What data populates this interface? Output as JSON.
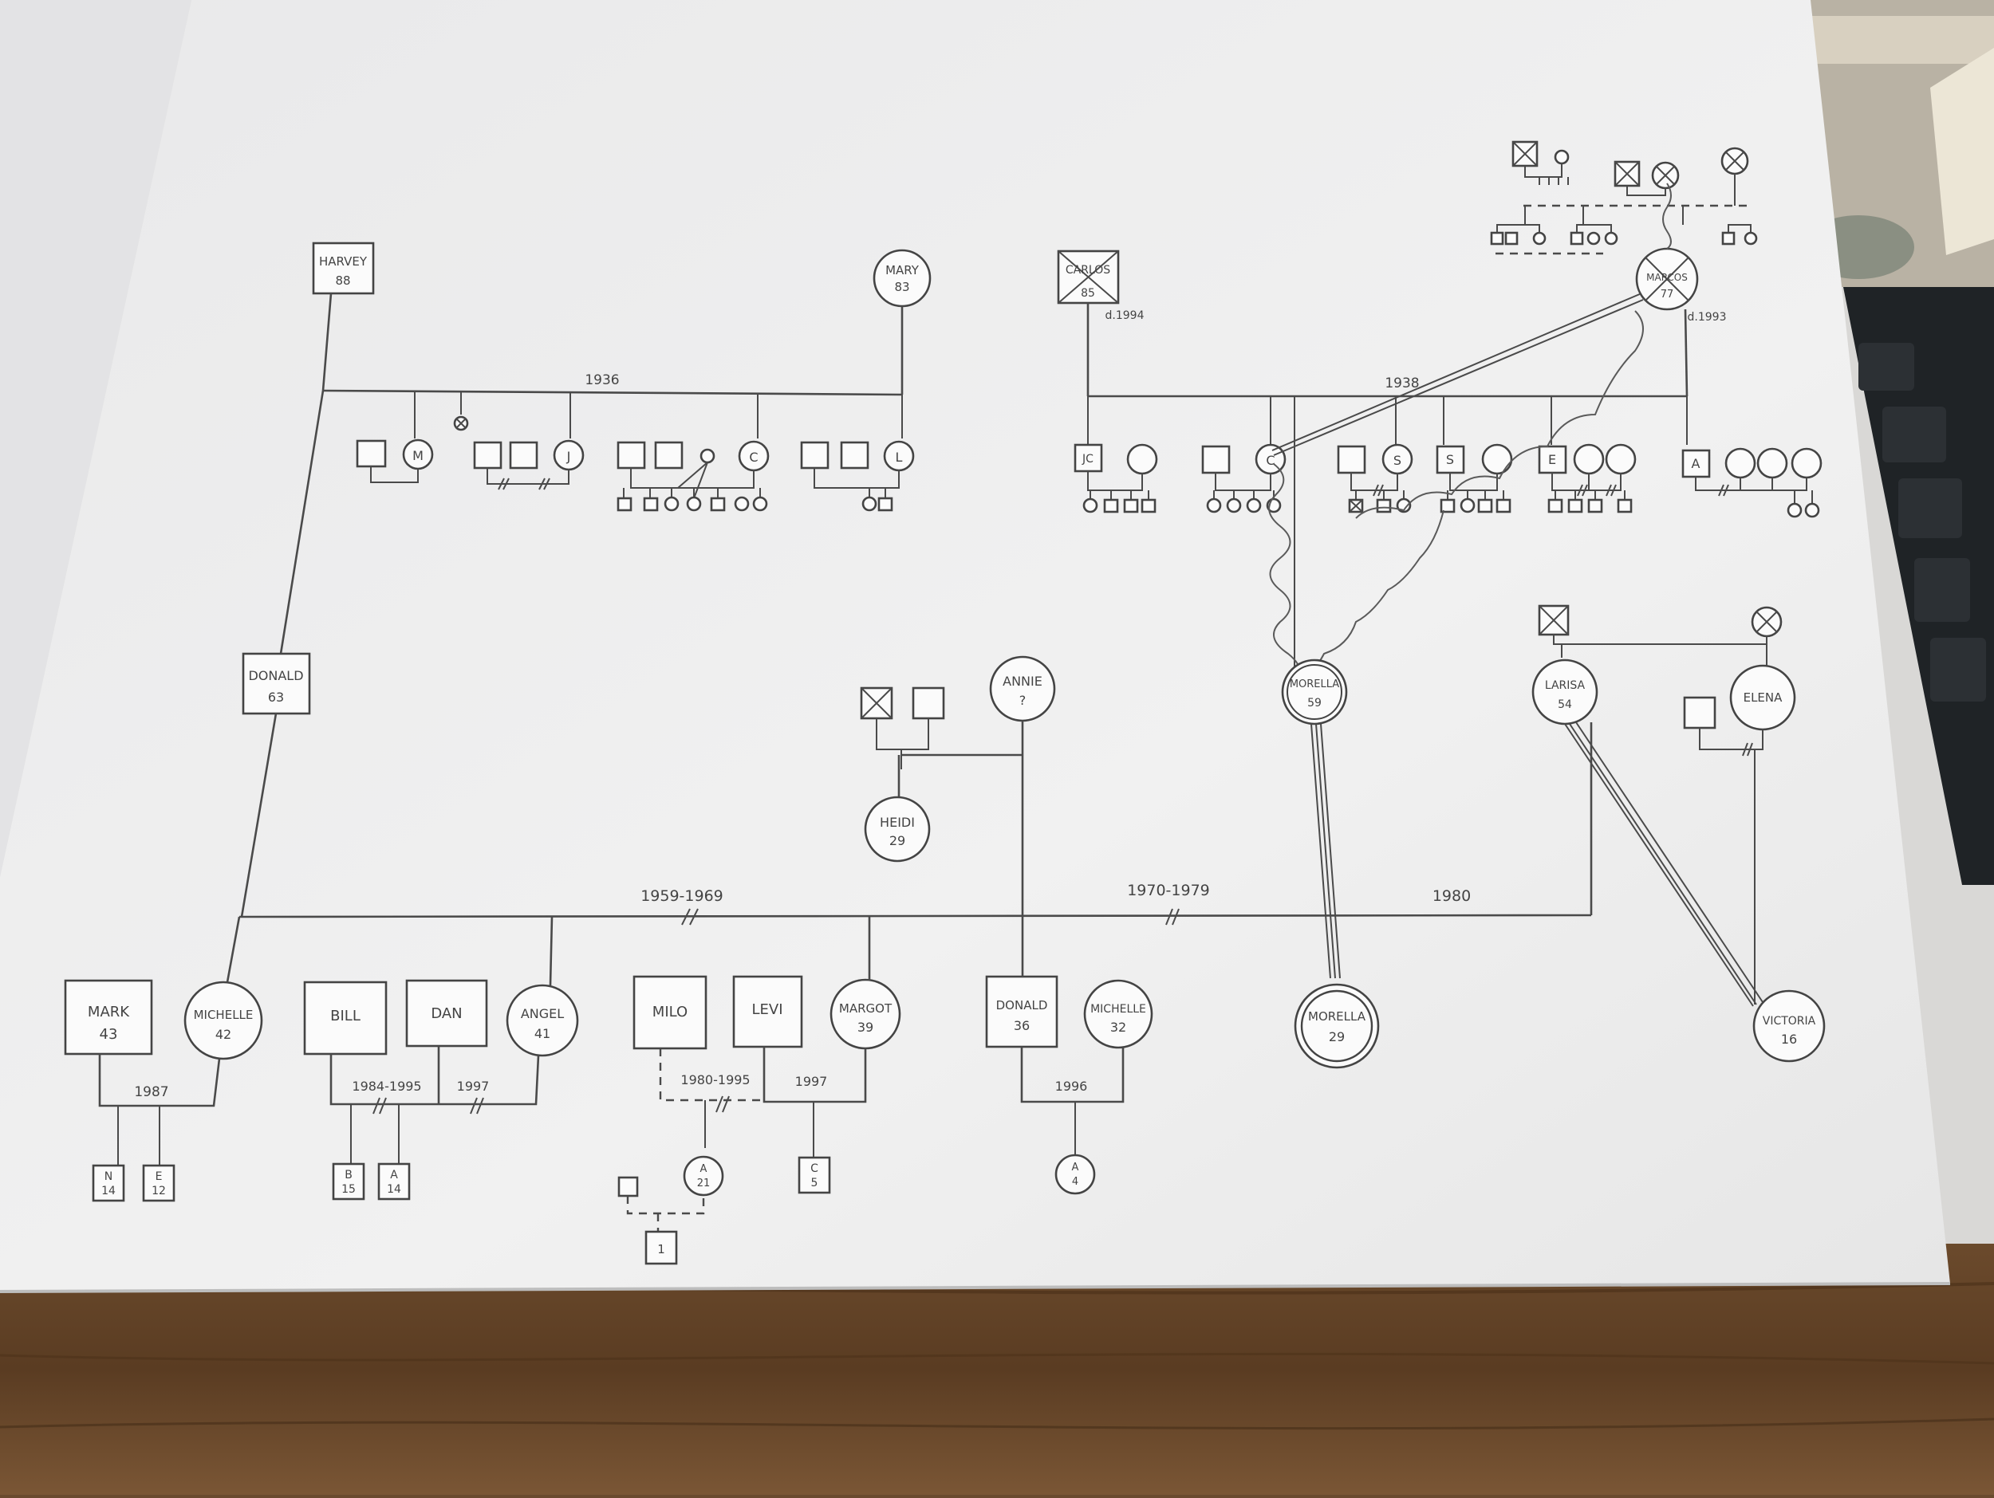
{
  "people": {
    "harvey": {
      "name": "HARVEY",
      "age": "88"
    },
    "mary": {
      "name": "MARY",
      "age": "83"
    },
    "carlos": {
      "name": "CARLOS",
      "age": "85",
      "death": "d.1994"
    },
    "marcos": {
      "name": "MARCOS",
      "age": "77",
      "death": "d.1993"
    },
    "donald_sr": {
      "name": "DONALD",
      "age": "63"
    },
    "annie": {
      "name": "ANNIE",
      "age": "?"
    },
    "heidi": {
      "name": "HEIDI",
      "age": "29"
    },
    "morella_mother": {
      "name": "MORELLA",
      "age": "59"
    },
    "larisa": {
      "name": "LARISA",
      "age": "54"
    },
    "elena": {
      "name": "ELENA",
      "age": ""
    },
    "mark": {
      "name": "MARK",
      "age": "43"
    },
    "michelle_42": {
      "name": "MICHELLE",
      "age": "42"
    },
    "bill": {
      "name": "BILL",
      "age": ""
    },
    "dan": {
      "name": "DAN",
      "age": ""
    },
    "angel": {
      "name": "ANGEL",
      "age": "41"
    },
    "milo": {
      "name": "MILO",
      "age": ""
    },
    "levi": {
      "name": "LEVI",
      "age": ""
    },
    "margot": {
      "name": "MARGOT",
      "age": "39"
    },
    "donald_jr": {
      "name": "DONALD",
      "age": "36"
    },
    "michelle_32": {
      "name": "MICHELLE",
      "age": "32"
    },
    "morella_daughter": {
      "name": "MORELLA",
      "age": "29"
    },
    "victoria": {
      "name": "VICTORIA",
      "age": "16"
    }
  },
  "sibling_initials": {
    "harvey_mary": [
      "M",
      "J",
      "C",
      "L"
    ],
    "carlos_marcos": [
      "JC",
      "C",
      "S",
      "S",
      "E",
      "A"
    ]
  },
  "children": {
    "n": {
      "initial": "N",
      "age": "14"
    },
    "e": {
      "initial": "E",
      "age": "12"
    },
    "b": {
      "initial": "B",
      "age": "15"
    },
    "a14": {
      "initial": "A",
      "age": "14"
    },
    "a21": {
      "initial": "A",
      "age": "21"
    },
    "c5": {
      "initial": "C",
      "age": "5"
    },
    "a4": {
      "initial": "A",
      "age": "4"
    },
    "grandchild": {
      "initial": "1",
      "age": ""
    }
  },
  "dates": {
    "harvey_mary": "1936",
    "carlos_marcos": "1938",
    "donald_michelle": "1959-1969",
    "donald_annie": "1970-1979",
    "donald_larisa": "1980",
    "mark_michelle": "1987",
    "bill_angel": "1984-1995",
    "dan_angel": "1997",
    "milo_angel": "1980-1995",
    "levi_margot": "1997",
    "donald_michelle_jr": "1996"
  }
}
